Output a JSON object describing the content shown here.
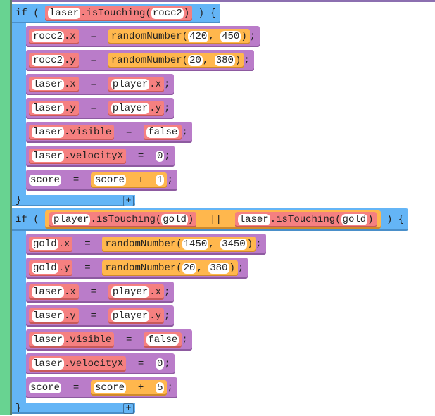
{
  "colors": {
    "if_block": "#64b5f6",
    "statement": "#ba7cc9",
    "object": "#f58080",
    "expression": "#ffb74d",
    "gutter": "#68d391"
  },
  "program": [
    {
      "kw": "if ( ",
      "close": " ) {",
      "end": "}",
      "add": "+",
      "cond": {
        "k": "red",
        "items": [
          {
            "k": "pill",
            "v": "laser"
          },
          {
            "k": "txt",
            "v": ".isTouching("
          },
          {
            "k": "pill",
            "v": "rocc2"
          },
          {
            "k": "txt",
            "v": ")"
          }
        ]
      },
      "body": [
        {
          "k": "stmt",
          "items": [
            {
              "k": "red",
              "items": [
                {
                  "k": "pill",
                  "v": "rocc2"
                },
                {
                  "k": "txt",
                  "v": ".x"
                }
              ]
            },
            {
              "k": "txt",
              "v": "  =  "
            },
            {
              "k": "orange",
              "items": [
                {
                  "k": "txt",
                  "v": "randomNumber("
                },
                {
                  "k": "pill",
                  "v": "420"
                },
                {
                  "k": "txt",
                  "v": ", "
                },
                {
                  "k": "pill",
                  "v": "450"
                },
                {
                  "k": "txt",
                  "v": ")"
                }
              ]
            },
            {
              "k": "txt",
              "v": ";"
            }
          ]
        },
        {
          "k": "stmt",
          "items": [
            {
              "k": "red",
              "items": [
                {
                  "k": "pill",
                  "v": "rocc2"
                },
                {
                  "k": "txt",
                  "v": ".y"
                }
              ]
            },
            {
              "k": "txt",
              "v": "  =  "
            },
            {
              "k": "orange",
              "items": [
                {
                  "k": "txt",
                  "v": "randomNumber("
                },
                {
                  "k": "pill",
                  "v": "20"
                },
                {
                  "k": "txt",
                  "v": ", "
                },
                {
                  "k": "pill",
                  "v": "380"
                },
                {
                  "k": "txt",
                  "v": ")"
                }
              ]
            },
            {
              "k": "txt",
              "v": ";"
            }
          ]
        },
        {
          "k": "stmt",
          "items": [
            {
              "k": "red",
              "items": [
                {
                  "k": "pill",
                  "v": "laser"
                },
                {
                  "k": "txt",
                  "v": ".x"
                }
              ]
            },
            {
              "k": "txt",
              "v": "  =  "
            },
            {
              "k": "red",
              "items": [
                {
                  "k": "pill",
                  "v": "player"
                },
                {
                  "k": "txt",
                  "v": ".x"
                }
              ]
            },
            {
              "k": "txt",
              "v": ";"
            }
          ]
        },
        {
          "k": "stmt",
          "items": [
            {
              "k": "red",
              "items": [
                {
                  "k": "pill",
                  "v": "laser"
                },
                {
                  "k": "txt",
                  "v": ".y"
                }
              ]
            },
            {
              "k": "txt",
              "v": "  =  "
            },
            {
              "k": "red",
              "items": [
                {
                  "k": "pill",
                  "v": "player"
                },
                {
                  "k": "txt",
                  "v": ".y"
                }
              ]
            },
            {
              "k": "txt",
              "v": ";"
            }
          ]
        },
        {
          "k": "stmt",
          "items": [
            {
              "k": "red",
              "items": [
                {
                  "k": "pill",
                  "v": "laser"
                },
                {
                  "k": "txt",
                  "v": ".visible"
                }
              ]
            },
            {
              "k": "txt",
              "v": "  =  "
            },
            {
              "k": "red",
              "items": [
                {
                  "k": "pill",
                  "v": "false"
                }
              ]
            },
            {
              "k": "txt",
              "v": ";"
            }
          ]
        },
        {
          "k": "stmt",
          "items": [
            {
              "k": "red",
              "items": [
                {
                  "k": "pill",
                  "v": "laser"
                },
                {
                  "k": "txt",
                  "v": ".velocityX"
                }
              ]
            },
            {
              "k": "txt",
              "v": "  =  "
            },
            {
              "k": "pill",
              "v": "0"
            },
            {
              "k": "txt",
              "v": ";"
            }
          ]
        },
        {
          "k": "stmt",
          "items": [
            {
              "k": "pill",
              "v": "score"
            },
            {
              "k": "txt",
              "v": "  =  "
            },
            {
              "k": "orange",
              "items": [
                {
                  "k": "pill",
                  "v": "score"
                },
                {
                  "k": "txt",
                  "v": "  +  "
                },
                {
                  "k": "pill",
                  "v": "1"
                }
              ]
            },
            {
              "k": "txt",
              "v": ";"
            }
          ]
        }
      ]
    },
    {
      "kw": "if ( ",
      "close": " ) {",
      "end": "}",
      "add": "+",
      "cond": {
        "k": "orange",
        "items": [
          {
            "k": "red",
            "items": [
              {
                "k": "pill",
                "v": "player"
              },
              {
                "k": "txt",
                "v": ".isTouching("
              },
              {
                "k": "pill",
                "v": "gold"
              },
              {
                "k": "txt",
                "v": ")"
              }
            ]
          },
          {
            "k": "txt",
            "v": "  ||  "
          },
          {
            "k": "red",
            "items": [
              {
                "k": "pill",
                "v": "laser"
              },
              {
                "k": "txt",
                "v": ".isTouching("
              },
              {
                "k": "pill",
                "v": "gold"
              },
              {
                "k": "txt",
                "v": ")"
              }
            ]
          }
        ]
      },
      "body": [
        {
          "k": "stmt",
          "items": [
            {
              "k": "red",
              "items": [
                {
                  "k": "pill",
                  "v": "gold"
                },
                {
                  "k": "txt",
                  "v": ".x"
                }
              ]
            },
            {
              "k": "txt",
              "v": "  =  "
            },
            {
              "k": "orange",
              "items": [
                {
                  "k": "txt",
                  "v": "randomNumber("
                },
                {
                  "k": "pill",
                  "v": "1450"
                },
                {
                  "k": "txt",
                  "v": ", "
                },
                {
                  "k": "pill",
                  "v": "3450"
                },
                {
                  "k": "txt",
                  "v": ")"
                }
              ]
            },
            {
              "k": "txt",
              "v": ";"
            }
          ]
        },
        {
          "k": "stmt",
          "items": [
            {
              "k": "red",
              "items": [
                {
                  "k": "pill",
                  "v": "gold"
                },
                {
                  "k": "txt",
                  "v": ".y"
                }
              ]
            },
            {
              "k": "txt",
              "v": "  =  "
            },
            {
              "k": "orange",
              "items": [
                {
                  "k": "txt",
                  "v": "randomNumber("
                },
                {
                  "k": "pill",
                  "v": "20"
                },
                {
                  "k": "txt",
                  "v": ", "
                },
                {
                  "k": "pill",
                  "v": "380"
                },
                {
                  "k": "txt",
                  "v": ")"
                }
              ]
            },
            {
              "k": "txt",
              "v": ";"
            }
          ]
        },
        {
          "k": "stmt",
          "items": [
            {
              "k": "red",
              "items": [
                {
                  "k": "pill",
                  "v": "laser"
                },
                {
                  "k": "txt",
                  "v": ".x"
                }
              ]
            },
            {
              "k": "txt",
              "v": "  =  "
            },
            {
              "k": "red",
              "items": [
                {
                  "k": "pill",
                  "v": "player"
                },
                {
                  "k": "txt",
                  "v": ".x"
                }
              ]
            },
            {
              "k": "txt",
              "v": ";"
            }
          ]
        },
        {
          "k": "stmt",
          "items": [
            {
              "k": "red",
              "items": [
                {
                  "k": "pill",
                  "v": "laser"
                },
                {
                  "k": "txt",
                  "v": ".y"
                }
              ]
            },
            {
              "k": "txt",
              "v": "  =  "
            },
            {
              "k": "red",
              "items": [
                {
                  "k": "pill",
                  "v": "player"
                },
                {
                  "k": "txt",
                  "v": ".y"
                }
              ]
            },
            {
              "k": "txt",
              "v": ";"
            }
          ]
        },
        {
          "k": "stmt",
          "items": [
            {
              "k": "red",
              "items": [
                {
                  "k": "pill",
                  "v": "laser"
                },
                {
                  "k": "txt",
                  "v": ".visible"
                }
              ]
            },
            {
              "k": "txt",
              "v": "  =  "
            },
            {
              "k": "red",
              "items": [
                {
                  "k": "pill",
                  "v": "false"
                }
              ]
            },
            {
              "k": "txt",
              "v": ";"
            }
          ]
        },
        {
          "k": "stmt",
          "items": [
            {
              "k": "red",
              "items": [
                {
                  "k": "pill",
                  "v": "laser"
                },
                {
                  "k": "txt",
                  "v": ".velocityX"
                }
              ]
            },
            {
              "k": "txt",
              "v": "  =  "
            },
            {
              "k": "pill",
              "v": "0"
            },
            {
              "k": "txt",
              "v": ";"
            }
          ]
        },
        {
          "k": "stmt",
          "items": [
            {
              "k": "pill",
              "v": "score"
            },
            {
              "k": "txt",
              "v": "  =  "
            },
            {
              "k": "orange",
              "items": [
                {
                  "k": "pill",
                  "v": "score"
                },
                {
                  "k": "txt",
                  "v": "  +  "
                },
                {
                  "k": "pill",
                  "v": "5"
                }
              ]
            },
            {
              "k": "txt",
              "v": ";"
            }
          ]
        }
      ]
    }
  ]
}
